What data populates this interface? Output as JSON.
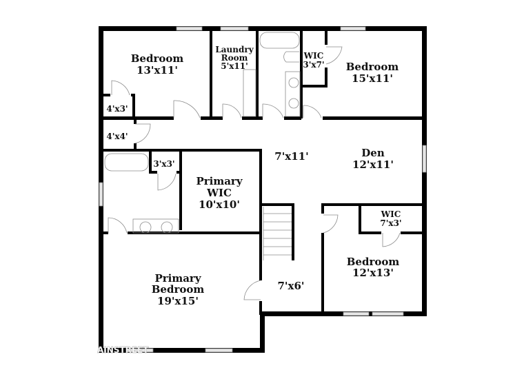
{
  "rooms": {
    "bedroom_nw": {
      "name": "Bedroom",
      "size": "13'x11'"
    },
    "laundry": {
      "name1": "Laundry",
      "name2": "Room",
      "size": "5'x11'"
    },
    "wic_n": {
      "name": "WIC",
      "size": "3'x7'"
    },
    "bedroom_ne": {
      "name": "Bedroom",
      "size": "15'x11'"
    },
    "closet_4x3": {
      "size": "4'x3'"
    },
    "closet_4x4": {
      "size": "4'x4'"
    },
    "closet_3x3": {
      "size": "3'x3'"
    },
    "hall": {
      "size": "7'x11'"
    },
    "den": {
      "name": "Den",
      "size": "12'x11'"
    },
    "primary_wic": {
      "name1": "Primary",
      "name2": "WIC",
      "size": "10'x10'"
    },
    "wic_se": {
      "name": "WIC",
      "size": "7'x3'"
    },
    "bedroom_se": {
      "name": "Bedroom",
      "size": "12'x13'"
    },
    "landing": {
      "size": "7'x6'"
    },
    "primary_bedroom": {
      "name1": "Primary",
      "name2": "Bedroom",
      "size": "19'x15'"
    }
  },
  "watermark": "AINSTREET",
  "colors": {
    "wall": "#000000",
    "window": "#e6e6e6",
    "fixture": "#8a8a8a"
  }
}
